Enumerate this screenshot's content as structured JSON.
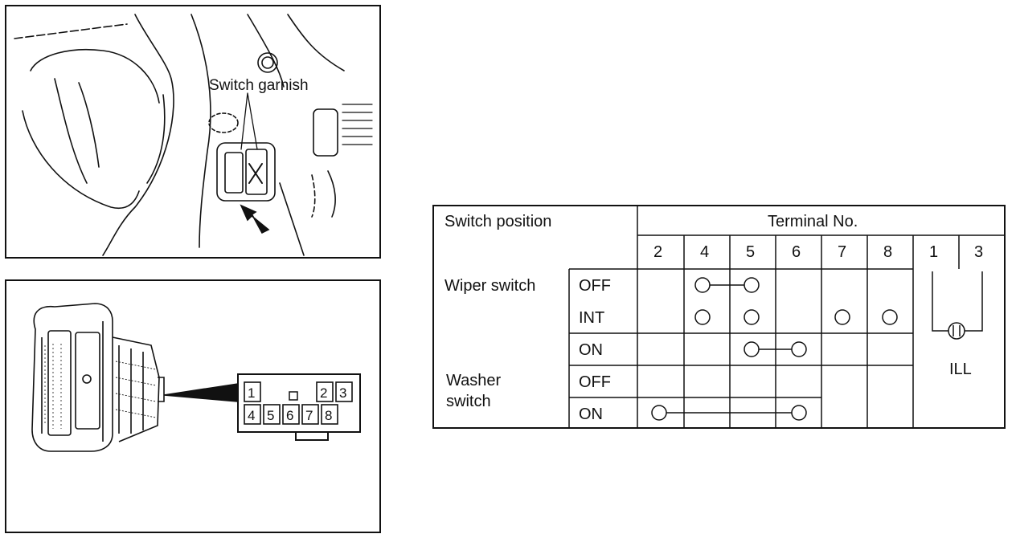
{
  "illustration_top": {
    "callout": "Switch garnish"
  },
  "connector": {
    "row_top": [
      "1",
      "",
      "2",
      "3"
    ],
    "row_bottom": [
      "4",
      "5",
      "6",
      "7",
      "8"
    ]
  },
  "table": {
    "header_position": "Switch position",
    "header_terminal": "Terminal No.",
    "terminals": [
      "2",
      "4",
      "5",
      "6",
      "7",
      "8",
      "1",
      "3"
    ],
    "groups": [
      {
        "name": "Wiper switch",
        "positions": [
          "OFF",
          "INT",
          "ON"
        ]
      },
      {
        "name_line1": "Washer",
        "name_line2": "switch",
        "positions": [
          "OFF",
          "ON"
        ]
      }
    ],
    "continuity": [
      {
        "position": "Wiper OFF",
        "connected": [
          "4",
          "5"
        ]
      },
      {
        "position": "Wiper INT",
        "connected": [
          "4",
          "5",
          "7",
          "8"
        ]
      },
      {
        "position": "Wiper ON",
        "connected": [
          "5",
          "6"
        ]
      },
      {
        "position": "Washer OFF",
        "connected": []
      },
      {
        "position": "Washer ON",
        "connected": [
          "2",
          "6"
        ]
      }
    ],
    "lamp_label": "ILL"
  }
}
